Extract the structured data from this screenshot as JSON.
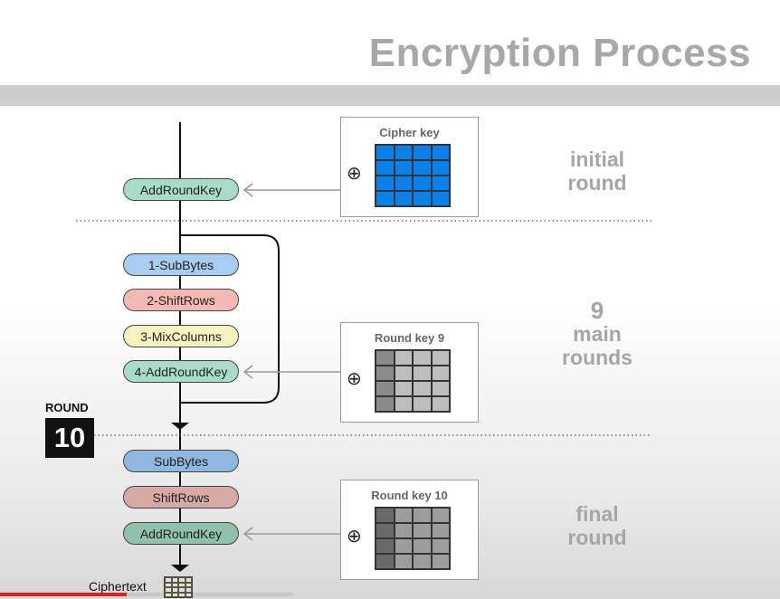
{
  "title": "Encryption Process",
  "colors": {
    "subbytes": "#a9cdf0",
    "shiftrows": "#f4b9b3",
    "mixcolumns": "#f6f3c0",
    "addroundkey": "#a9dcc7",
    "final_subbytes": "#8fb7df",
    "final_shiftrows": "#d7aaa6",
    "final_addroundkey": "#8fc1ab",
    "cipher_key_cells": "#0a80ea"
  },
  "initial": {
    "step": "AddRoundKey",
    "key_title": "Cipher key",
    "label": [
      "initial",
      "round"
    ]
  },
  "main": {
    "steps": [
      "1-SubBytes",
      "2-ShiftRows",
      "3-MixColumns",
      "4-AddRoundKey"
    ],
    "key_title": "Round key 9",
    "label": [
      "9",
      "main",
      "rounds"
    ]
  },
  "final": {
    "round_label": "ROUND",
    "round_number": "10",
    "steps": [
      "SubBytes",
      "ShiftRows",
      "AddRoundKey"
    ],
    "key_title": "Round key 10",
    "label": [
      "final",
      "round"
    ],
    "output": "Ciphertext"
  },
  "xor_symbol": "⊕"
}
